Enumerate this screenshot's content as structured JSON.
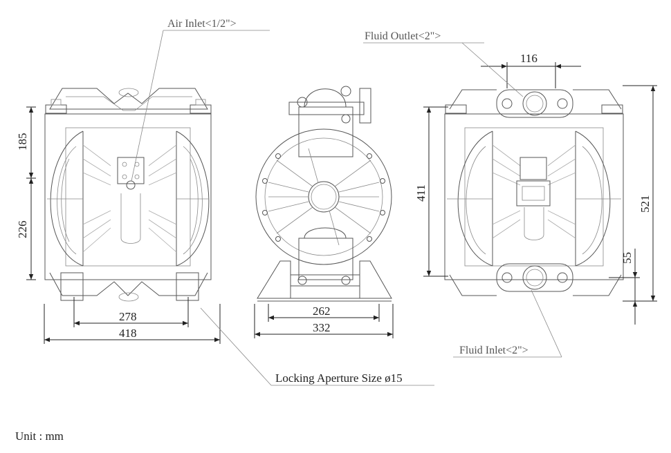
{
  "callouts": {
    "air_inlet": "Air Inlet<1/2\">",
    "fluid_outlet": "Fluid Outlet<2\">",
    "fluid_inlet": "Fluid Inlet<2\">",
    "locking_aperture": "Locking Aperture Size ø15"
  },
  "dimensions": {
    "front_upper_height": "185",
    "front_lower_height": "226",
    "front_bolt_span": "278",
    "front_overall_width": "418",
    "side_foot_span": "262",
    "side_overall_width": "332",
    "rear_outlet_flange": "116",
    "rear_port_height": "411",
    "rear_overall_height": "521",
    "rear_inlet_height": "55"
  },
  "unit_label": "Unit : mm"
}
